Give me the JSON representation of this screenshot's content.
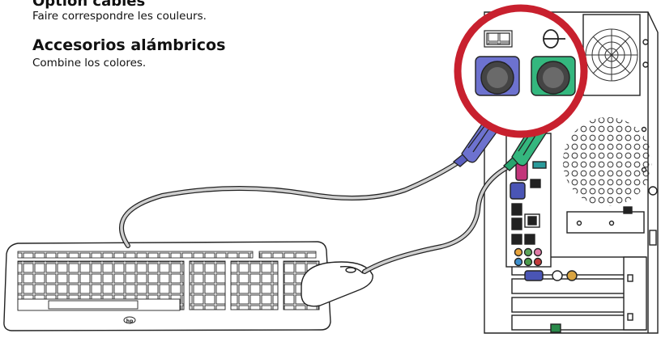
{
  "captions": {
    "fr_heading": "Option câbles",
    "fr_sub": "Faire correspondre les couleurs.",
    "es_heading": "Accesorios alámbricos",
    "es_sub": "Combine los colores."
  },
  "keyboard_logo": "hp",
  "colors": {
    "keyboard_plug": "#5a5fbf",
    "mouse_plug": "#27a36f",
    "callout_ring": "#c8202e",
    "parallel_port": "#c2357a"
  },
  "icons": [
    "keyboard-icon",
    "mouse-icon"
  ]
}
